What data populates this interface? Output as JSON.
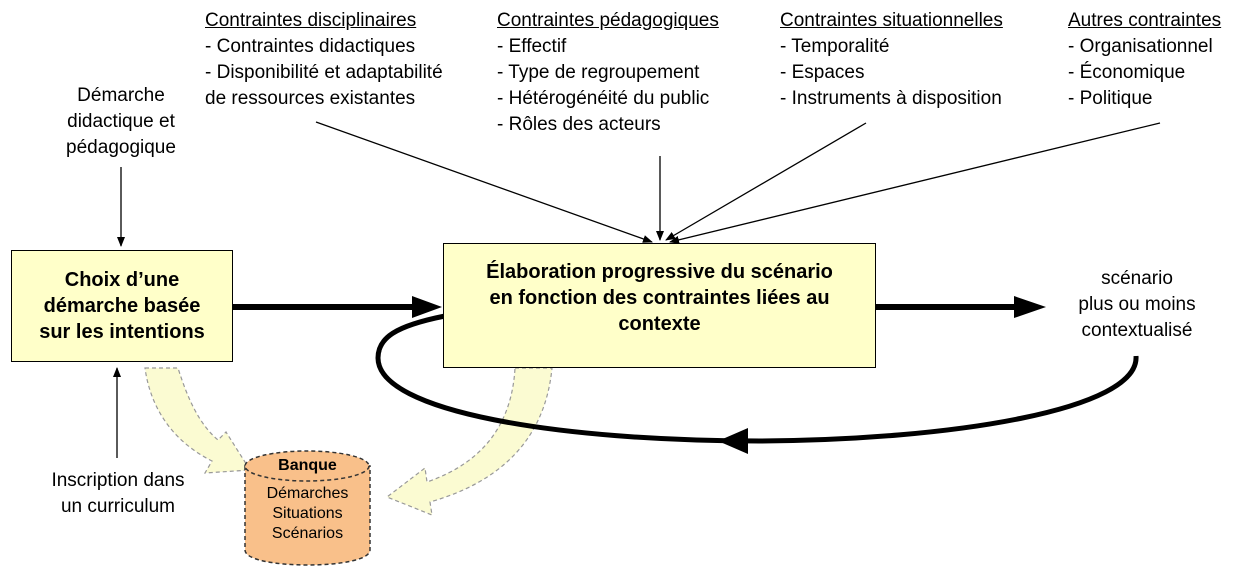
{
  "constraints": [
    {
      "header": "Contraintes disciplinaires",
      "items": [
        "- Contraintes didactiques",
        "- Disponibilité et adaptabilité",
        "de ressources existantes"
      ]
    },
    {
      "header": "Contraintes pédagogiques",
      "items": [
        "- Effectif",
        "- Type de regroupement",
        "- Hétérogénéité du public",
        "- Rôles des acteurs"
      ]
    },
    {
      "header": "Contraintes situationnelles",
      "items": [
        "- Temporalité",
        "- Espaces",
        "- Instruments à disposition"
      ]
    },
    {
      "header": "Autres contraintes",
      "items": [
        "- Organisationnel",
        "- Économique",
        "- Politique"
      ]
    }
  ],
  "demarche_label": [
    "Démarche",
    "didactique et",
    "pédagogique"
  ],
  "choix_box": [
    "Choix d’une",
    "démarche basée",
    "sur les intentions"
  ],
  "elaboration_box": [
    "Élaboration progressive du scénario",
    "en fonction des contraintes liées au",
    "contexte"
  ],
  "output_label": [
    "scénario",
    "plus ou moins",
    "contextualisé"
  ],
  "inscription_label": [
    "Inscription dans",
    "un curriculum"
  ],
  "bank": {
    "title": "Banque",
    "items": [
      "Démarches",
      "Situations",
      "Scénarios"
    ]
  },
  "colors": {
    "box_fill": "#ffffc9",
    "bank_fill": "#f9c08a",
    "flow_arrow_fill": "#fbfbd2"
  }
}
